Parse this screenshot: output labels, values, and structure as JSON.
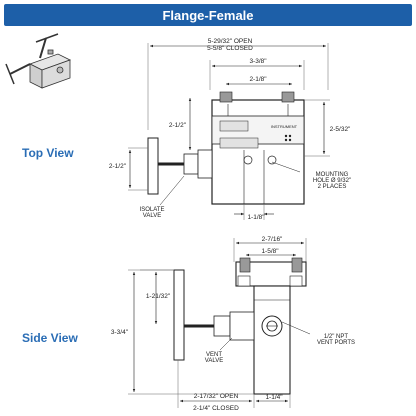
{
  "title": "Flange-Female",
  "views": {
    "top": "Top View",
    "side": "Side View"
  },
  "colors": {
    "banner": "#1d5fa8",
    "label": "#2a6db5"
  },
  "top_view": {
    "dim_overall_open": "5-29/32\" OPEN",
    "dim_overall_closed": "5-5/8\" CLOSED",
    "dim_width": "3-3/8\"",
    "dim_bolt": "2-1/8\"",
    "dim_handle": "2-1/2\"",
    "dim_body_height": "2-1/2\"",
    "dim_right": "2-5/32\"",
    "dim_bottom": "1-1/8\"",
    "plate_text": "INSTRUMENT",
    "mounting_line1": "MOUNTING",
    "mounting_line2": "HOLE Ø 9/32\"",
    "mounting_line3": "2 PLACES",
    "isolate_line1": "ISOLATE",
    "isolate_line2": "VALVE"
  },
  "side_view": {
    "dim_top_width": "2-7/16\"",
    "dim_flange": "1-5/8\"",
    "dim_upper": "1-21/32\"",
    "dim_height": "3-3/4\"",
    "vent_valve_line1": "VENT",
    "vent_valve_line2": "VALVE",
    "ports_line1": "1/2\" NPT",
    "ports_line2": "VENT PORTS",
    "dim_open": "2-17/32\" OPEN",
    "dim_closed": "2-1/4\" CLOSED",
    "dim_right": "1-1/4\""
  }
}
